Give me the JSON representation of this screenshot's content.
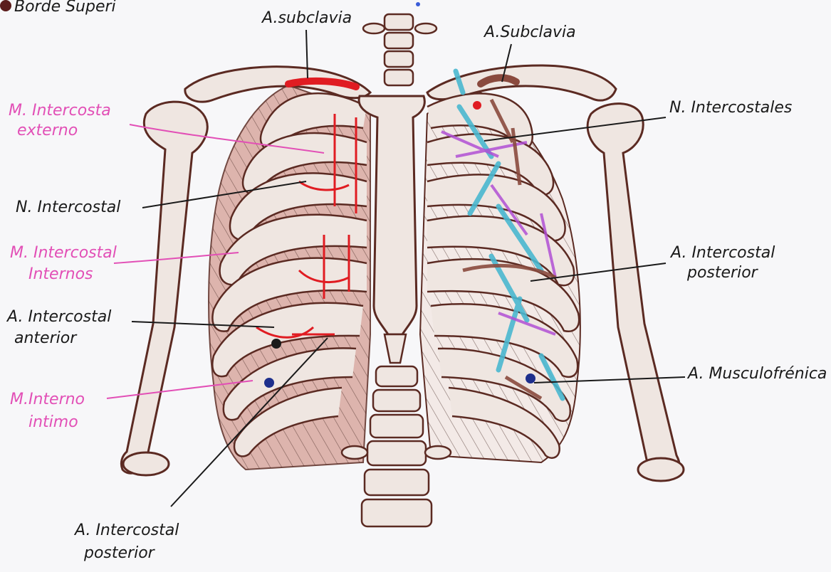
{
  "labels": {
    "top_left_fragment": "Borde Superi",
    "subclavia_left": "A.subclavia",
    "subclavia_right": "A.Subclavia",
    "m_intercostal_externo_1": "M. Intercosta",
    "m_intercostal_externo_2": "externo",
    "n_intercostales": "N. Intercostales",
    "n_intercostal": "N. Intercostal",
    "m_intercostal_interno_1": "M. Intercostal",
    "m_intercostal_interno_2": "Internos",
    "a_intercostal_posterior_right_1": "A. Intercostal",
    "a_intercostal_posterior_right_2": "posterior",
    "a_intercostal_anterior_1": "A. Intercostal",
    "a_intercostal_anterior_2": "anterior",
    "a_musculofrenica": "A. Musculofrénica",
    "m_interno_intimo_1": "M.Interno",
    "m_interno_intimo_2": "intimo",
    "a_intercostal_posterior_bottom_1": "A. Intercostal",
    "a_intercostal_posterior_bottom_2": "posterior"
  },
  "colors": {
    "bone": "#efe6e1",
    "outline": "#5b2a22",
    "muscle": "#d9a9a0",
    "artery_red": "#e01c22",
    "nerve_brown": "#8a4a3e",
    "vein_blue": "#49b7cf",
    "magenta": "#b04fd3",
    "pink_label": "#e24fb6",
    "dot_black": "#1a1a1a",
    "dot_blue": "#1e2f8c"
  }
}
